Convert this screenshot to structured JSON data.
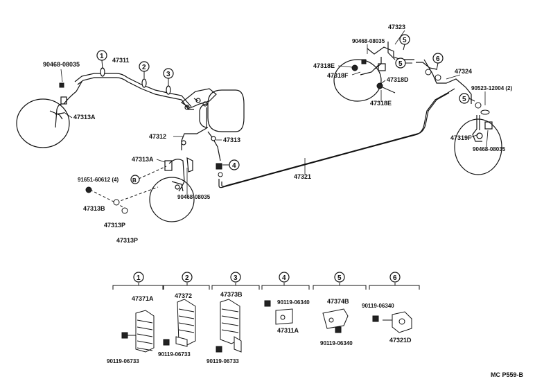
{
  "diagram": {
    "code": "MC P559-B",
    "parts": {
      "p90468_08035_a": "90468-08035",
      "p47311": "47311",
      "p47313A_left": "47313A",
      "p47312": "47312",
      "p47313": "47313",
      "p47313A_mid": "47313A",
      "p91651": "91651-60612 (4)",
      "p90468_08035_mid": "90468-08035",
      "p47313B": "47313B",
      "p47313P_a": "47313P",
      "p47313P_b": "47313P",
      "p47321": "47321",
      "p47323": "47323",
      "p90468_08035_top": "90468-08035",
      "p47318E_a": "47318E",
      "p47318F": "47318F",
      "p47318D": "47318D",
      "p47318E_b": "47318E",
      "p47324": "47324",
      "p90523": "90523-12004 (2)",
      "p47319F": "47319F",
      "p90468_08035_r": "90468-08035"
    },
    "callouts": [
      "1",
      "2",
      "3",
      "4",
      "5",
      "6"
    ],
    "callout_b": "B",
    "details": {
      "d1_part": "47371A",
      "d1_bolt": "90119-06733",
      "d2_part": "47372",
      "d2_bolt": "90119-06733",
      "d3_part": "47373B",
      "d3_bolt": "90119-06733",
      "d4_bolt": "90119-06340",
      "d4_part": "47311A",
      "d5_part": "47374B",
      "d5_bolt": "90119-06340",
      "d6_bolt": "90119-06340",
      "d6_part": "47321D"
    }
  }
}
